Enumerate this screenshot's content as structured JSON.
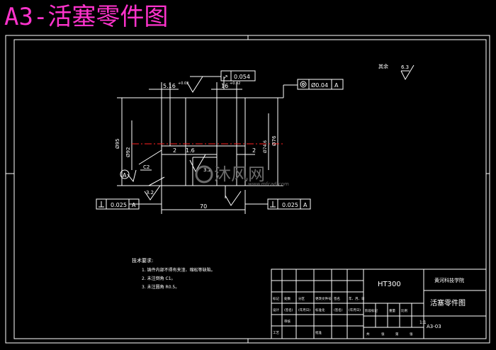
{
  "headline": "A3-活塞零件图",
  "drawing": {
    "roughness_others": "其余",
    "roughness_others_value": "6.3",
    "runout_symbol": "↗",
    "runout_value": "0.054",
    "concentricity_value": "Ø0.04",
    "concentricity_datum": "A",
    "dim_top_left": "5.16",
    "dim_top_left_tol": "+0.02",
    "dim_top_mid": "16",
    "dim_top_mid_tol": "+0.02",
    "dim_left_vertical": "Ø95",
    "dim_left_small": "Ø92",
    "dim_right_vertical": "Ø76",
    "dim_right_tol": "Ø74.6",
    "dim_groove_left": "2",
    "dim_groove_mid": "1.6",
    "dim_groove_right": "2",
    "chamfer": "C2",
    "datum_label": "A",
    "rough_small": "3.2",
    "rough_small2": "3.2",
    "perp_left_value": "0.025",
    "perp_left_datum": "A",
    "perp_right_value": "0.025",
    "perp_right_datum": "A",
    "dim_length": "70"
  },
  "notes": {
    "title": "技术要求:",
    "items": [
      "1. 铸件内部不得有夹渣、缩松等缺陷。",
      "2. 未注倒角 C1。",
      "3. 未注圆角 R0.5。"
    ]
  },
  "title_block": {
    "material": "HT300",
    "school": "黄河科技学院",
    "part_name": "活塞零件图",
    "drawing_no": "A3-03",
    "scale": "1:1",
    "row_labels": [
      "标记",
      "处数",
      "分区",
      "更改文件号",
      "签名",
      "年、月、日"
    ],
    "design_row": [
      "设计",
      "(签名)",
      "(年月日)",
      "标准化",
      "(签名)",
      "(年月日)"
    ],
    "review_row": [
      "审核"
    ],
    "process_row": [
      "工艺",
      "批准"
    ],
    "stage_labels": [
      "阶段标记",
      "重量",
      "比例"
    ],
    "sheet_labels": [
      "共",
      "张",
      "第",
      "张"
    ]
  },
  "watermark": {
    "brand": "沐风网",
    "url": "www.mfcad.com"
  }
}
